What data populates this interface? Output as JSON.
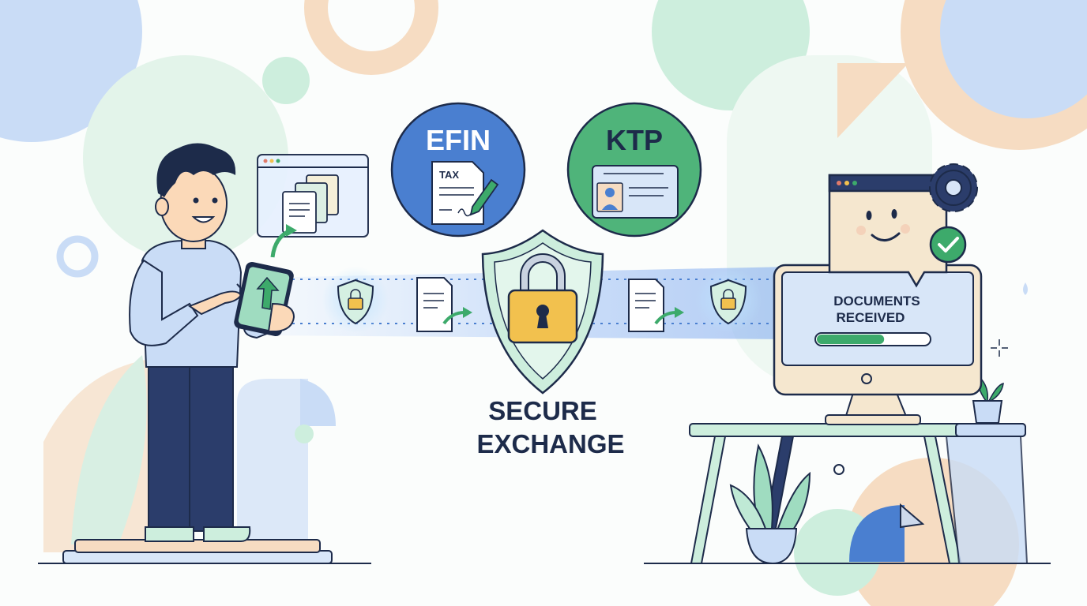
{
  "badges": {
    "efin": {
      "label": "EFIN",
      "color": "#4a7fd0"
    },
    "ktp": {
      "label": "KTP",
      "color": "#4fb47a"
    },
    "tax_doc_label": "TAX"
  },
  "center": {
    "title_line1": "SECURE",
    "title_line2": "EXCHANGE"
  },
  "monitor": {
    "status_line1": "DOCUMENTS",
    "status_line2": "RECEIVED",
    "progress": 0.6
  },
  "colors": {
    "navy": "#1d2b4a",
    "mint": "#bfe9d5",
    "peach": "#f6dcc2",
    "sky": "#c9dcf6",
    "lock_gold": "#f2c14e",
    "check_green": "#3daa6b"
  }
}
